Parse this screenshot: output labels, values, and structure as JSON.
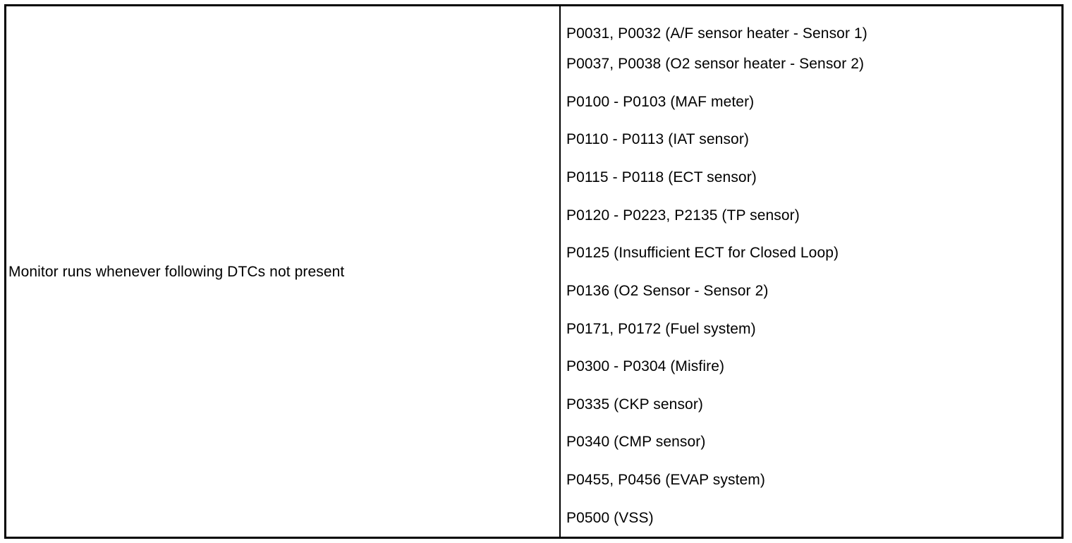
{
  "table": {
    "condition": {
      "label": "Monitor runs whenever following DTCs not present"
    },
    "dtc_codes": [
      {
        "text": "P0031, P0032 (A/F sensor heater - Sensor 1)"
      },
      {
        "text": "P0037, P0038 (O2 sensor heater - Sensor 2)"
      },
      {
        "text": "P0100 - P0103 (MAF meter)"
      },
      {
        "text": "P0110 - P0113 (IAT sensor)"
      },
      {
        "text": "P0115 - P0118 (ECT sensor)"
      },
      {
        "text": "P0120 - P0223, P2135 (TP sensor)"
      },
      {
        "text": "P0125 (Insufficient ECT for Closed Loop)"
      },
      {
        "text": "P0136 (O2 Sensor - Sensor 2)"
      },
      {
        "text": "P0171, P0172 (Fuel system)"
      },
      {
        "text": "P0300 - P0304 (Misfire)"
      },
      {
        "text": "P0335 (CKP sensor)"
      },
      {
        "text": "P0340 (CMP sensor)"
      },
      {
        "text": "P0455, P0456 (EVAP system)"
      },
      {
        "text": "P0500 (VSS)"
      }
    ],
    "colors": {
      "border": "#000000",
      "text": "#000000",
      "background": "#ffffff"
    }
  }
}
